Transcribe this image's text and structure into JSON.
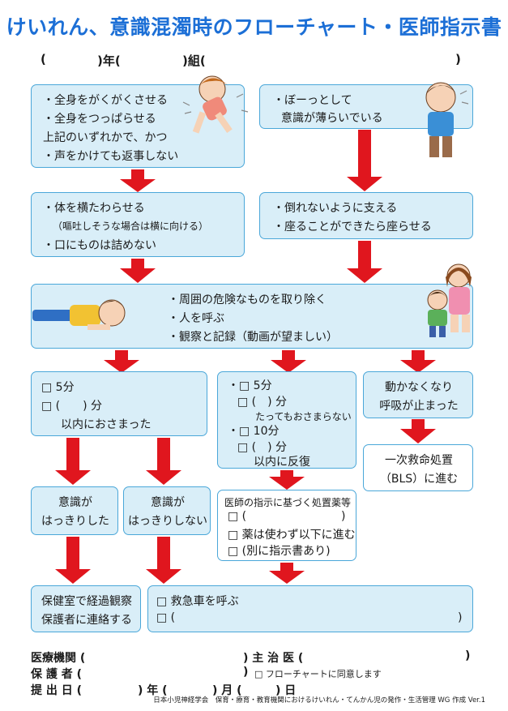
{
  "title": "けいれん、意識混濁時のフローチャート・医師指示書",
  "header": {
    "open1": "(",
    "year": ")年(",
    "class": ")組(",
    "close": ")"
  },
  "box1": {
    "lines": [
      "・全身をがくがくさせる",
      "・全身をつっぱらせる",
      "上記のいずれかで、かつ",
      "・声をかけても返事しない"
    ]
  },
  "box2": {
    "lines": [
      "・ぼーっとして",
      "意識が薄らいでいる"
    ]
  },
  "box3": {
    "lines": [
      "・体を横たわらせる",
      "（嘔吐しそうな場合は横に向ける）",
      "・口にものは詰めない"
    ]
  },
  "box4": {
    "lines": [
      "・倒れないように支える",
      "・座ることができたら座らせる"
    ]
  },
  "box5": {
    "lines": [
      "・周囲の危険なものを取り除く",
      "・人を呼ぶ",
      "・観察と記録（動画が望ましい）"
    ]
  },
  "box6": {
    "lines": [
      "□ 5分",
      "□ (　　) 分",
      "以内におさまった"
    ]
  },
  "box7": {
    "lines": [
      "・□ 5分",
      "□ (　) 分",
      "たってもおさまらない",
      "・□ 10分",
      "□ (　) 分",
      "以内に反復"
    ]
  },
  "box8": {
    "lines": [
      "動かなくなり",
      "呼吸が止まった"
    ]
  },
  "box9": {
    "lines": [
      "一次救命処置",
      "（BLS）に進む"
    ]
  },
  "box10": {
    "lines": [
      "意識が",
      "はっきりした"
    ]
  },
  "box11": {
    "lines": [
      "意識が",
      "はっきりしない"
    ]
  },
  "box12": {
    "lines": [
      "医師の指示に基づく処置薬等",
      "□ (",
      ")",
      "□ 薬は使わず以下に進む",
      "□ (別に指示書あり)"
    ]
  },
  "box13": {
    "lines": [
      "保健室で経過観察",
      "保護者に連絡する"
    ]
  },
  "box14": {
    "lines": [
      "□ 救急車を呼ぶ",
      "□ (",
      ")"
    ]
  },
  "footer": {
    "hospital": "医療機関 (",
    "hospital_close": ") 主 治 医 (",
    "doctor_close": ")",
    "guardian": "保 護 者 (",
    "guardian_close": ")",
    "consent": "□ フローチャートに同意します",
    "date": "提 出 日 (",
    "date_year": ") 年 (",
    "date_month": ") 月 (",
    "date_day": ") 日"
  },
  "credit": "日本小児神経学会　保育・療育・教育機関におけるけいれん・てんかん児の発作・生活管理 WG 作成 Ver.1",
  "colors": {
    "title": "#1c6fd6",
    "box_fill": "#d9eef8",
    "box_border": "#4aa7d9",
    "arrow": "#e0161e"
  }
}
